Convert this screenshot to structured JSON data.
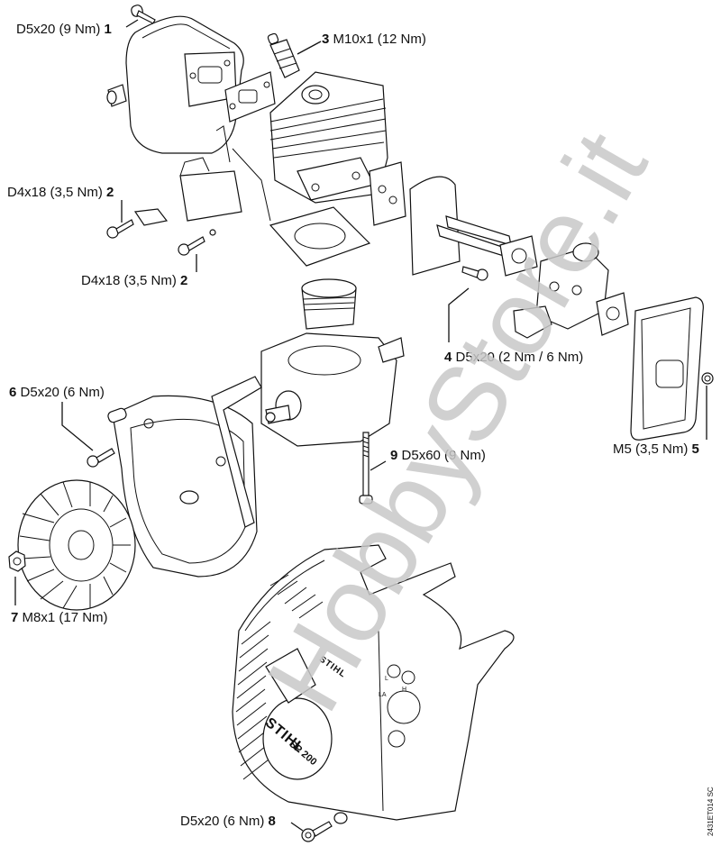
{
  "diagram": {
    "subject": "STIHL SP 200 engine exploded view",
    "brand_marks": [
      "STIHL",
      "STIHL",
      "SP 200"
    ],
    "figure_code": "2431ET014 SC",
    "watermark": "HobbyStore.it",
    "parts": [
      {
        "name": "muffler"
      },
      {
        "name": "muffler-gasket"
      },
      {
        "name": "spark-plug"
      },
      {
        "name": "cylinder"
      },
      {
        "name": "ignition-module"
      },
      {
        "name": "cylinder-base-gasket"
      },
      {
        "name": "intake-manifold"
      },
      {
        "name": "intake-gasket"
      },
      {
        "name": "carburetor"
      },
      {
        "name": "carburetor-gasket"
      },
      {
        "name": "air-filter-housing"
      },
      {
        "name": "piston"
      },
      {
        "name": "crankcase"
      },
      {
        "name": "fan-housing"
      },
      {
        "name": "flywheel"
      },
      {
        "name": "engine-cover"
      }
    ],
    "callouts": [
      {
        "num": "1",
        "spec": "D5x20 (9 Nm)",
        "num_side": "right"
      },
      {
        "num": "2",
        "spec": "D4x18 (3,5 Nm)",
        "num_side": "right"
      },
      {
        "num": "2",
        "spec": "D4x18 (3,5 Nm)",
        "num_side": "right"
      },
      {
        "num": "3",
        "spec": "M10x1 (12 Nm)",
        "num_side": "left"
      },
      {
        "num": "4",
        "spec": "D5x20 (2 Nm / 6 Nm)",
        "num_side": "left"
      },
      {
        "num": "5",
        "spec": "M5 (3,5 Nm)",
        "num_side": "right"
      },
      {
        "num": "6",
        "spec": "D5x20 (6 Nm)",
        "num_side": "left"
      },
      {
        "num": "7",
        "spec": "M8x1 (17 Nm)",
        "num_side": "left"
      },
      {
        "num": "8",
        "spec": "D5x20 (6 Nm)",
        "num_side": "right"
      },
      {
        "num": "9",
        "spec": "D5x60 (9 Nm)",
        "num_side": "left"
      }
    ],
    "cover_markings": [
      "L",
      "H",
      "LA"
    ]
  }
}
